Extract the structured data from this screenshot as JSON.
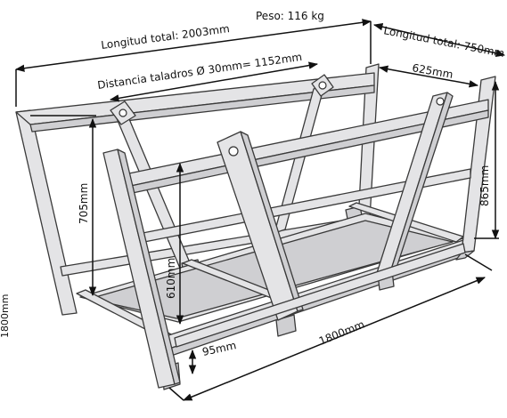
{
  "diagram": {
    "labels": {
      "weight": "Peso: 116 kg",
      "total_length": "Longitud total: 2003mm",
      "total_width": "Longitud total: 750mm",
      "hole_distance": "Distancia taladros Ø 30mm= 1152mm",
      "width_625": "625mm",
      "height_865": "865mm",
      "height_705": "705mm",
      "height_610": "610mm",
      "height_95": "95mm",
      "length_1800": "1800mm",
      "edge_fragment": "1800mm"
    },
    "colors": {
      "steel": "#e4e4e6",
      "steel_shadow": "#cfcfd2",
      "outline": "#3a3a3a",
      "dimension": "#111111"
    }
  }
}
